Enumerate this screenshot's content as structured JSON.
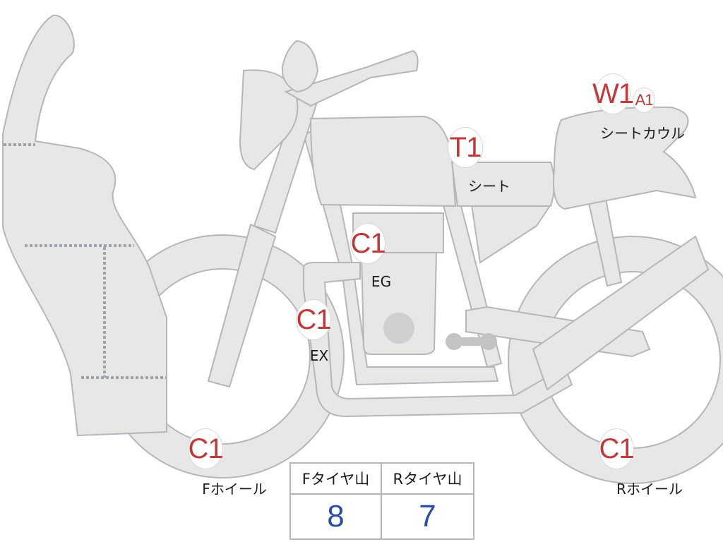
{
  "markers": {
    "engine": {
      "code": "C1",
      "label": "EG"
    },
    "exhaust": {
      "code": "C1",
      "label": "EX"
    },
    "seat": {
      "code": "T1",
      "label": "シート"
    },
    "seat_cowl": {
      "codes": [
        "W1",
        "A1"
      ],
      "label": "シートカウル"
    },
    "front_wheel": {
      "code": "C1",
      "label": "Fホイール"
    },
    "rear_wheel": {
      "code": "C1",
      "label": "Rホイール"
    }
  },
  "tire_table": {
    "headers": [
      "Fタイヤ山",
      "Rタイヤ山"
    ],
    "values": [
      "8",
      "7"
    ]
  },
  "colors": {
    "code": "#c03a3c",
    "value": "#2b4fa0",
    "part_fill": "#e7e7e5",
    "outline": "#b4b6bc"
  }
}
